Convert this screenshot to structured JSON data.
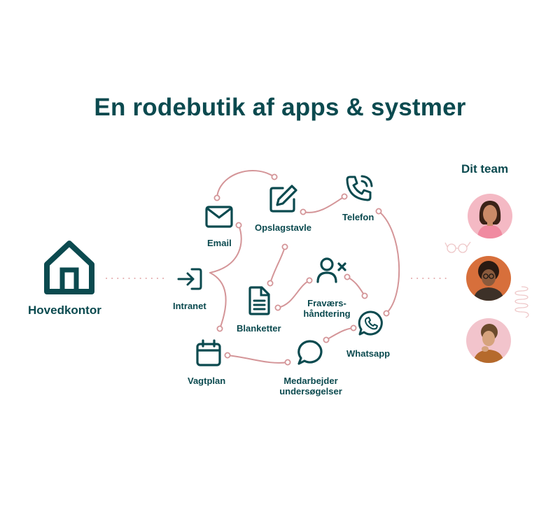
{
  "title": "En rodebutik af apps & systmer",
  "hq": {
    "label": "Hovedkontor",
    "icon": "house-icon"
  },
  "team": {
    "label": "Dit team",
    "members": [
      "avatar-woman",
      "avatar-man-glasses",
      "avatar-man-thinking"
    ]
  },
  "nodes": {
    "intranet": {
      "label": "Intranet",
      "icon": "login-arrow-icon"
    },
    "email": {
      "label": "Email",
      "icon": "envelope-icon"
    },
    "opslagstavle": {
      "label": "Opslagstavle",
      "icon": "edit-pencil-icon"
    },
    "telefon": {
      "label": "Telefon",
      "icon": "phone-ringing-icon"
    },
    "blanketter": {
      "label": "Blanketter",
      "icon": "document-icon"
    },
    "fravaer_line1": "Fraværs-",
    "fravaer_line2": "håndtering",
    "fravaer_icon": "user-remove-icon",
    "whatsapp": {
      "label": "Whatsapp",
      "icon": "whatsapp-icon"
    },
    "vagtplan": {
      "label": "Vagtplan",
      "icon": "calendar-icon"
    },
    "medarbejder_line1": "Medarbejder",
    "medarbejder_line2": "undersøgelser",
    "medarbejder_icon": "chat-bubble-icon"
  },
  "colors": {
    "primary": "#0b4a4f",
    "connector": "#d49598",
    "dots": "#e3a9aa"
  }
}
